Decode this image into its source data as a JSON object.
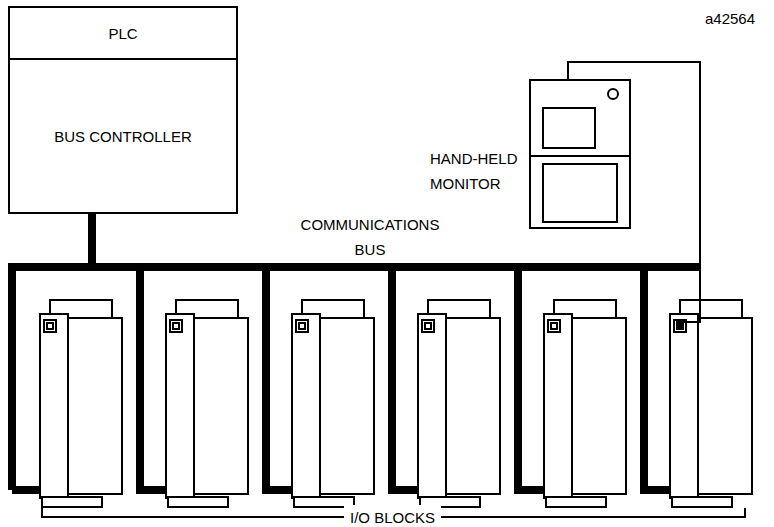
{
  "diagram": {
    "nodes": [
      {
        "text": [
          "PLC"
        ]
      },
      {
        "text": [
          "BUS CONTROLLER"
        ]
      },
      {
        "text": [
          "HAND-HELD MONITOR"
        ]
      }
    ],
    "labels": [
      "a42564",
      "COMMUNICATIONS BUS",
      "I/O BLOCKS"
    ]
  }
}
